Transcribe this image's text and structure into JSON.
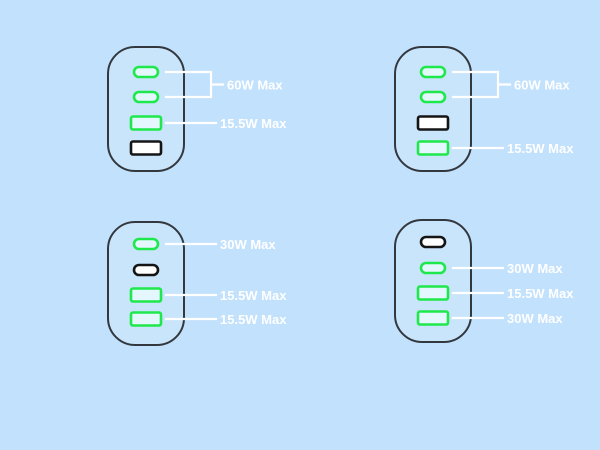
{
  "configurations": [
    {
      "name": "config-1",
      "ports": [
        {
          "type": "usb-c",
          "active": true
        },
        {
          "type": "usb-c",
          "active": true
        },
        {
          "type": "usb-a",
          "active": true
        },
        {
          "type": "usb-a",
          "active": false
        }
      ],
      "labels": [
        {
          "text": "60W Max",
          "ports": [
            0,
            1
          ]
        },
        {
          "text": "15.5W Max",
          "ports": [
            2
          ]
        }
      ]
    },
    {
      "name": "config-2",
      "ports": [
        {
          "type": "usb-c",
          "active": true
        },
        {
          "type": "usb-c",
          "active": true
        },
        {
          "type": "usb-a",
          "active": false
        },
        {
          "type": "usb-a",
          "active": true
        }
      ],
      "labels": [
        {
          "text": "60W Max",
          "ports": [
            0,
            1
          ]
        },
        {
          "text": "15.5W Max",
          "ports": [
            3
          ]
        }
      ]
    },
    {
      "name": "config-3",
      "ports": [
        {
          "type": "usb-c",
          "active": true
        },
        {
          "type": "usb-c",
          "active": false
        },
        {
          "type": "usb-a",
          "active": true
        },
        {
          "type": "usb-a",
          "active": true
        }
      ],
      "labels": [
        {
          "text": "30W Max",
          "ports": [
            0
          ]
        },
        {
          "text": "15.5W Max",
          "ports": [
            2
          ]
        },
        {
          "text": "15.5W Max",
          "ports": [
            3
          ]
        }
      ]
    },
    {
      "name": "config-4",
      "ports": [
        {
          "type": "usb-c",
          "active": false
        },
        {
          "type": "usb-c",
          "active": true
        },
        {
          "type": "usb-a",
          "active": true
        },
        {
          "type": "usb-a",
          "active": true
        }
      ],
      "labels": [
        {
          "text": "30W Max",
          "ports": [
            1
          ]
        },
        {
          "text": "15.5W Max",
          "ports": [
            2
          ]
        },
        {
          "text": "30W Max",
          "ports": [
            3
          ]
        }
      ]
    }
  ],
  "colors": {
    "background": "#c2e1fc",
    "active_port": "#1ee84b",
    "inactive_port": "#151515",
    "leader_line": "#ffffff"
  }
}
